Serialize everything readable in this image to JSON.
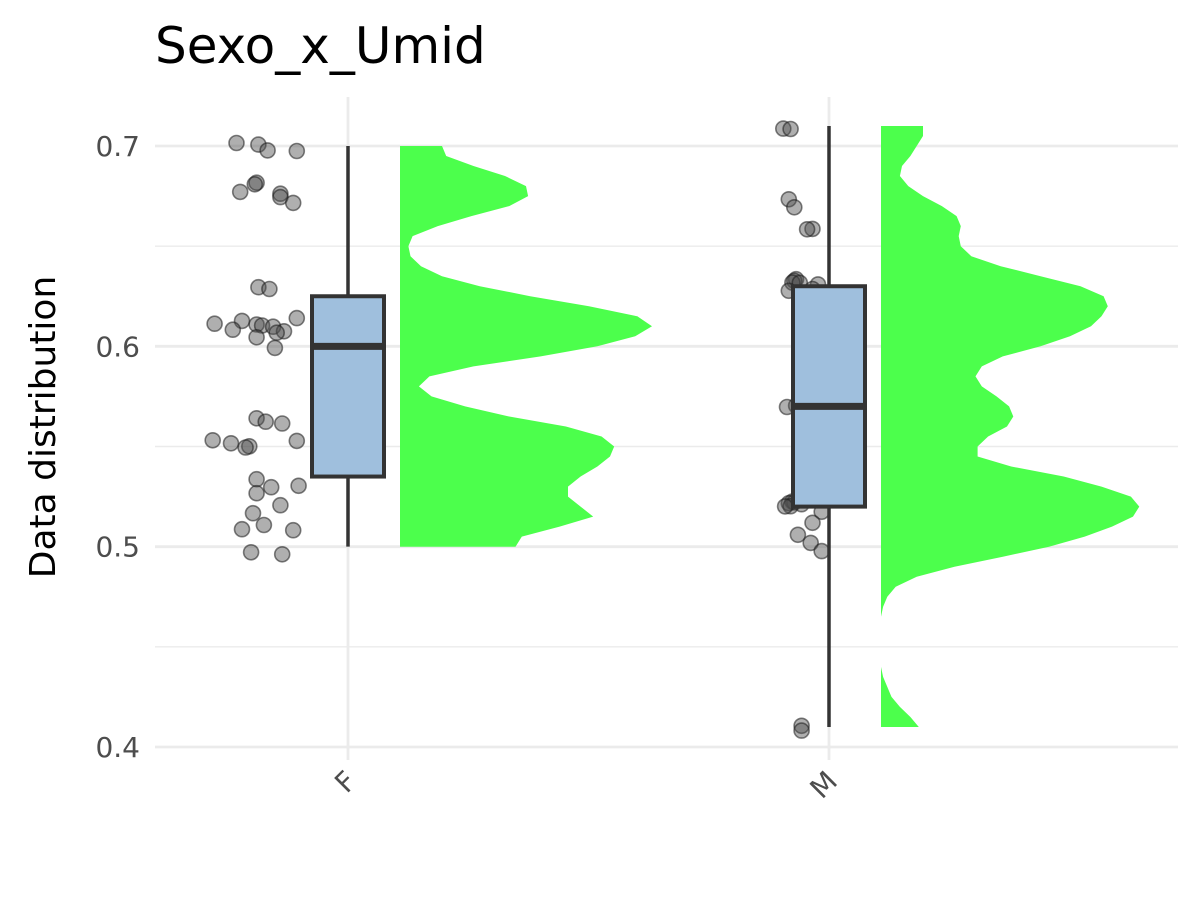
{
  "chart_data": {
    "type": "raincloud",
    "title": "Sexo_x_Umid",
    "xlabel": "",
    "ylabel": "Data distribution",
    "ylim": [
      0.395,
      0.725
    ],
    "y_ticks": [
      0.4,
      0.5,
      0.6,
      0.7
    ],
    "y_tick_labels": [
      "0.4",
      "0.5",
      "0.6",
      "0.7"
    ],
    "categories": [
      "F",
      "M"
    ],
    "grid": true,
    "legend": "none",
    "colors": {
      "box_fill": "#9fbfdd",
      "box_stroke": "#333333",
      "density_fill": "#4cff4c",
      "points": "#4d4d4d",
      "grid": "#ebebeb"
    },
    "groups": [
      {
        "name": "F",
        "box": {
          "min": 0.5,
          "q1": 0.535,
          "median": 0.6,
          "q3": 0.625,
          "max": 0.7
        },
        "density": [
          [
            0.5,
            0.55
          ],
          [
            0.505,
            0.58
          ],
          [
            0.51,
            0.76
          ],
          [
            0.515,
            0.92
          ],
          [
            0.52,
            0.86
          ],
          [
            0.525,
            0.8
          ],
          [
            0.53,
            0.8
          ],
          [
            0.535,
            0.86
          ],
          [
            0.54,
            0.94
          ],
          [
            0.545,
            1.0
          ],
          [
            0.55,
            1.02
          ],
          [
            0.555,
            0.96
          ],
          [
            0.56,
            0.79
          ],
          [
            0.565,
            0.52
          ],
          [
            0.57,
            0.31
          ],
          [
            0.575,
            0.15
          ],
          [
            0.58,
            0.09
          ],
          [
            0.585,
            0.14
          ],
          [
            0.59,
            0.35
          ],
          [
            0.595,
            0.67
          ],
          [
            0.6,
            0.94
          ],
          [
            0.605,
            1.12
          ],
          [
            0.61,
            1.2
          ],
          [
            0.615,
            1.13
          ],
          [
            0.62,
            0.9
          ],
          [
            0.625,
            0.62
          ],
          [
            0.63,
            0.38
          ],
          [
            0.635,
            0.2
          ],
          [
            0.64,
            0.1
          ],
          [
            0.645,
            0.05
          ],
          [
            0.65,
            0.04
          ],
          [
            0.655,
            0.06
          ],
          [
            0.66,
            0.18
          ],
          [
            0.665,
            0.34
          ],
          [
            0.67,
            0.52
          ],
          [
            0.675,
            0.61
          ],
          [
            0.68,
            0.6
          ],
          [
            0.685,
            0.5
          ],
          [
            0.69,
            0.35
          ],
          [
            0.695,
            0.22
          ],
          [
            0.7,
            0.2
          ]
        ],
        "points": [
          0.7015,
          0.7007,
          0.6978,
          0.6975,
          0.6817,
          0.6809,
          0.6771,
          0.6762,
          0.6745,
          0.6716,
          0.6295,
          0.6286,
          0.6141,
          0.6127,
          0.6113,
          0.6109,
          0.6104,
          0.6098,
          0.6083,
          0.6075,
          0.6068,
          0.6045,
          0.5992,
          0.5641,
          0.5624,
          0.5615,
          0.5531,
          0.5528,
          0.5516,
          0.5501,
          0.5495,
          0.5337,
          0.5304,
          0.5297,
          0.5267,
          0.5207,
          0.5167,
          0.5108,
          0.5087,
          0.5082,
          0.4972,
          0.4962
        ],
        "point_offsets": [
          -0.61,
          -0.49,
          -0.44,
          -0.28,
          -0.5,
          -0.51,
          -0.59,
          -0.37,
          -0.37,
          -0.3,
          -0.49,
          -0.43,
          -0.28,
          -0.58,
          -0.73,
          -0.5,
          -0.47,
          -0.41,
          -0.63,
          -0.35,
          -0.39,
          -0.5,
          -0.4,
          -0.5,
          -0.45,
          -0.36,
          -0.74,
          -0.28,
          -0.64,
          -0.54,
          -0.56,
          -0.5,
          -0.27,
          -0.42,
          -0.5,
          -0.37,
          -0.52,
          -0.46,
          -0.58,
          -0.3,
          -0.53,
          -0.36
        ]
      },
      {
        "name": "M",
        "box": {
          "min": 0.41,
          "q1": 0.52,
          "median": 0.57,
          "q3": 0.63,
          "max": 0.71
        },
        "density": [
          [
            0.41,
            0.18
          ],
          [
            0.415,
            0.14
          ],
          [
            0.42,
            0.09
          ],
          [
            0.425,
            0.05
          ],
          [
            0.43,
            0.03
          ],
          [
            0.435,
            0.01
          ],
          [
            0.44,
            0.0
          ],
          [
            0.445,
            0.0
          ],
          [
            0.45,
            0.0
          ],
          [
            0.455,
            0.0
          ],
          [
            0.46,
            0.0
          ],
          [
            0.465,
            0.0
          ],
          [
            0.47,
            0.01
          ],
          [
            0.475,
            0.03
          ],
          [
            0.48,
            0.07
          ],
          [
            0.485,
            0.17
          ],
          [
            0.49,
            0.35
          ],
          [
            0.495,
            0.58
          ],
          [
            0.5,
            0.8
          ],
          [
            0.505,
            0.97
          ],
          [
            0.51,
            1.1
          ],
          [
            0.515,
            1.2
          ],
          [
            0.52,
            1.23
          ],
          [
            0.525,
            1.19
          ],
          [
            0.53,
            1.05
          ],
          [
            0.535,
            0.87
          ],
          [
            0.54,
            0.62
          ],
          [
            0.545,
            0.46
          ],
          [
            0.55,
            0.46
          ],
          [
            0.555,
            0.51
          ],
          [
            0.56,
            0.6
          ],
          [
            0.565,
            0.63
          ],
          [
            0.57,
            0.61
          ],
          [
            0.575,
            0.55
          ],
          [
            0.58,
            0.48
          ],
          [
            0.585,
            0.45
          ],
          [
            0.59,
            0.48
          ],
          [
            0.595,
            0.58
          ],
          [
            0.6,
            0.76
          ],
          [
            0.605,
            0.9
          ],
          [
            0.61,
            1.0
          ],
          [
            0.615,
            1.05
          ],
          [
            0.62,
            1.08
          ],
          [
            0.625,
            1.06
          ],
          [
            0.63,
            0.95
          ],
          [
            0.635,
            0.76
          ],
          [
            0.64,
            0.57
          ],
          [
            0.645,
            0.43
          ],
          [
            0.65,
            0.38
          ],
          [
            0.655,
            0.37
          ],
          [
            0.66,
            0.38
          ],
          [
            0.665,
            0.36
          ],
          [
            0.67,
            0.29
          ],
          [
            0.675,
            0.2
          ],
          [
            0.68,
            0.13
          ],
          [
            0.685,
            0.09
          ],
          [
            0.69,
            0.1
          ],
          [
            0.695,
            0.14
          ],
          [
            0.7,
            0.17
          ],
          [
            0.705,
            0.2
          ],
          [
            0.71,
            0.2
          ]
        ],
        "points": [
          0.7087,
          0.7085,
          0.6734,
          0.6694,
          0.6586,
          0.6584,
          0.6335,
          0.6327,
          0.6318,
          0.6317,
          0.6309,
          0.6286,
          0.6277,
          0.6217,
          0.6207,
          0.6118,
          0.6082,
          0.6043,
          0.6027,
          0.6004,
          0.598,
          0.5704,
          0.5697,
          0.5691,
          0.5686,
          0.5637,
          0.558,
          0.5421,
          0.5363,
          0.53,
          0.5264,
          0.5225,
          0.5221,
          0.5217,
          0.5212,
          0.5202,
          0.5201,
          0.5174,
          0.5119,
          0.5059,
          0.5019,
          0.4978,
          0.4106,
          0.4082
        ],
        "point_offsets": [
          -0.25,
          -0.21,
          -0.22,
          -0.19,
          -0.09,
          -0.12,
          -0.18,
          -0.19,
          -0.2,
          -0.16,
          -0.06,
          -0.09,
          -0.22,
          0.0,
          -0.09,
          -0.04,
          -0.07,
          -0.09,
          -0.04,
          -0.04,
          -0.16,
          -0.18,
          -0.23,
          -0.15,
          -0.06,
          -0.05,
          -0.1,
          -0.02,
          -0.14,
          -0.08,
          -0.05,
          -0.2,
          -0.19,
          -0.22,
          -0.15,
          -0.21,
          -0.24,
          -0.04,
          -0.09,
          -0.17,
          -0.1,
          -0.04,
          -0.15,
          -0.15
        ]
      }
    ]
  }
}
